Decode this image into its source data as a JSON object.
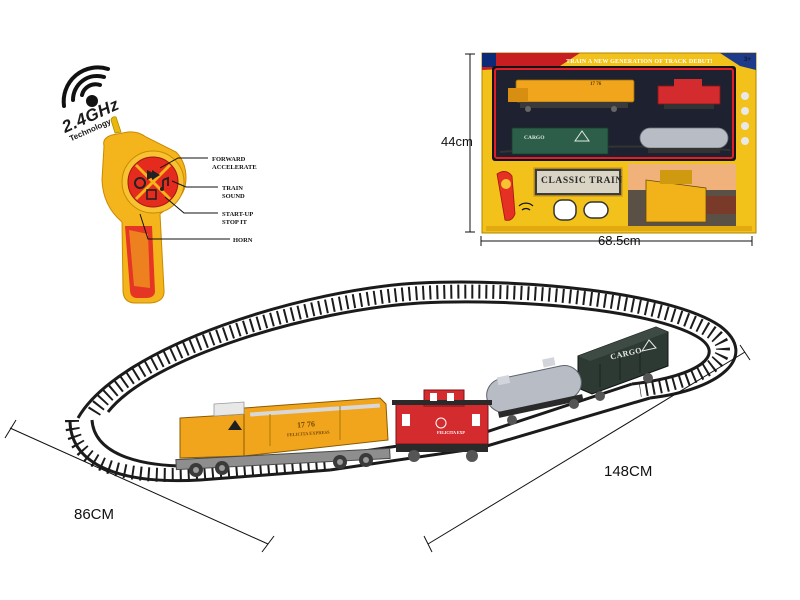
{
  "dimensions": {
    "box_height": "44cm",
    "box_width": "68.5cm",
    "track_width": "86CM",
    "track_length": "148CM"
  },
  "remote": {
    "badge_frequency": "2.4GHz",
    "badge_subtitle": "Technology",
    "callouts": {
      "forward": "FORWARD ACCELERATE",
      "sound": "TRAIN SOUND",
      "start": "START-UP STOP IT",
      "horn": "HORN"
    },
    "body_color": "#f4b41c",
    "button_panel_color": "#e52b1e"
  },
  "box": {
    "tagline": "TRAIN A NEW GENERATION OF TRACK DEBUT!",
    "brand": "CLASSIC TRAIN",
    "age": "3+",
    "cargo_label": "CARGO",
    "loco_number": "17 76",
    "frame_color": "#f2c21a",
    "window_color": "#12141a"
  },
  "train": {
    "loco_number": "17 76",
    "loco_subtext": "FELICITA EXPRESS",
    "cargo_label": "CARGO",
    "caboose_label": "FELICITA EXP",
    "loco_color": "#f1a51d",
    "caboose_color": "#d32b2e",
    "tank_color": "#b8bcc4",
    "boxcar_color": "#2d3a33",
    "track_color": "#1b1b1b"
  }
}
